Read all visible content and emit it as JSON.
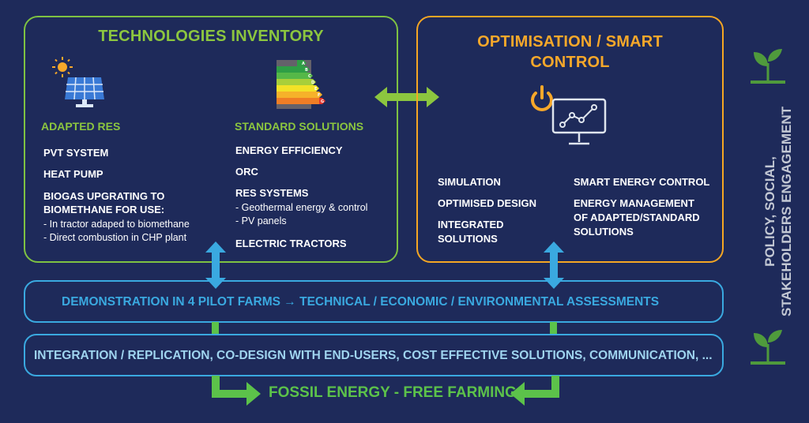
{
  "tech": {
    "title": "TECHNOLOGIES INVENTORY",
    "adapted": {
      "heading": "ADAPTED RES",
      "items": [
        "PVT SYSTEM",
        "HEAT PUMP",
        "BIOGAS UPGRATING TO",
        "BIOMETHANE FOR USE:"
      ],
      "subitems": [
        "- In tractor adaped to biomethane",
        "- Direct combustion in CHP plant"
      ]
    },
    "standard": {
      "heading": "STANDARD SOLUTIONS",
      "items": [
        "ENERGY EFFICIENCY",
        "ORC",
        "RES SYSTEMS",
        "ELECTRIC TRACTORS"
      ],
      "subitems": [
        "- Geothermal energy & control",
        "- PV panels"
      ]
    }
  },
  "opt": {
    "title_line1": "OPTIMISATION / SMART",
    "title_line2": "CONTROL",
    "left_items": [
      "SIMULATION",
      "OPTIMISED DESIGN",
      "INTEGRATED",
      "SOLUTIONS"
    ],
    "right_items": [
      "SMART ENERGY CONTROL",
      "ENERGY MANAGEMENT",
      "OF ADAPTED/STANDARD",
      "SOLUTIONS"
    ]
  },
  "demo": {
    "text": "DEMONSTRATION IN 4 PILOT FARMS → TECHNICAL / ECONOMIC / ENVIRONMENTAL ASSESSMENTS"
  },
  "integration": {
    "text": "INTEGRATION / REPLICATION, CO-DESIGN WITH END-USERS, COST EFFECTIVE SOLUTIONS, COMMUNICATION, ..."
  },
  "fossil": {
    "text": "FOSSIL ENERGY - FREE FARMING"
  },
  "policy": {
    "line1": "POLICY, SOCIAL,",
    "line2": "STAKEHOLDERS ENGAGEMENT"
  },
  "energy_label": {
    "letters": [
      "A",
      "B",
      "C",
      "D",
      "E",
      "F",
      "G"
    ],
    "colors": [
      "#2e9e45",
      "#55b848",
      "#a8cf3a",
      "#f2e227",
      "#f6b22a",
      "#ef7d25",
      "#e5372c"
    ]
  },
  "colors": {
    "green": "#8cc63f",
    "orange": "#f7a82a",
    "blue": "#3aa9e0",
    "background": "#1e2a5a"
  }
}
